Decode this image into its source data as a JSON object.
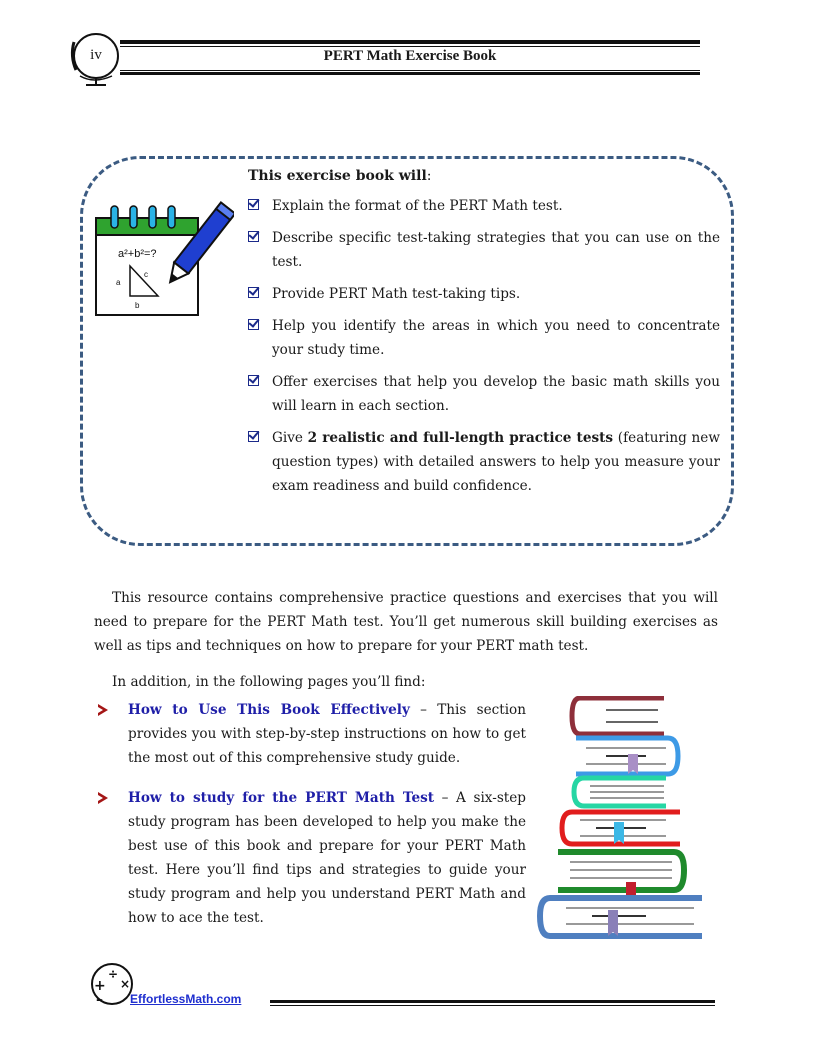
{
  "header": {
    "page_number": "iv",
    "book_title": "PERT Math Exercise Book"
  },
  "notebook_figure": {
    "equation": "a²+b²=?",
    "side_a": "a",
    "side_b": "b",
    "side_c": "c"
  },
  "box": {
    "heading_bold": "This exercise book will",
    "heading_suffix": ":",
    "items": [
      {
        "text": "Explain the format of the PERT Math test."
      },
      {
        "text": "Describe specific test-taking strategies that you can use on the test."
      },
      {
        "text": "Provide PERT Math test-taking tips."
      },
      {
        "text": "Help you identify the areas in which you need to concentrate your study time."
      },
      {
        "text": "Offer exercises that help you develop the basic math skills you will learn in each section."
      },
      {
        "pre": "Give ",
        "bold": "2 realistic and full-length practice tests",
        "post": " (featuring new question types) with detailed answers to help you measure your exam readiness and build confidence."
      }
    ]
  },
  "intro_paragraph": "This resource contains comprehensive practice questions and exercises that you will need to prepare for the PERT Math test. You’ll get numerous skill building exercises as well as tips and techniques on how to prepare for your PERT math test.",
  "addition_line": "In addition, in the following pages you’ll find:",
  "features": [
    {
      "title": "How to Use This Book Effectively",
      "text": " – This section provides you with step-by-step instructions on how to get the most out of this comprehensive study guide."
    },
    {
      "title": "How to study for the PERT Math Test",
      "text": " – A six-step study program has been developed to help you make the best use of this book and prepare for your PERT Math test. Here you’ll find tips and strategies to guide your study program and help you understand PERT Math and how to ace the test."
    }
  ],
  "footer": {
    "site": "EffortlessMath.com"
  },
  "colors": {
    "box_border": "#3b5b82",
    "feature_title": "#1f1fa8",
    "bullet_arrow": "#a41616",
    "link": "#1f2fcf"
  }
}
